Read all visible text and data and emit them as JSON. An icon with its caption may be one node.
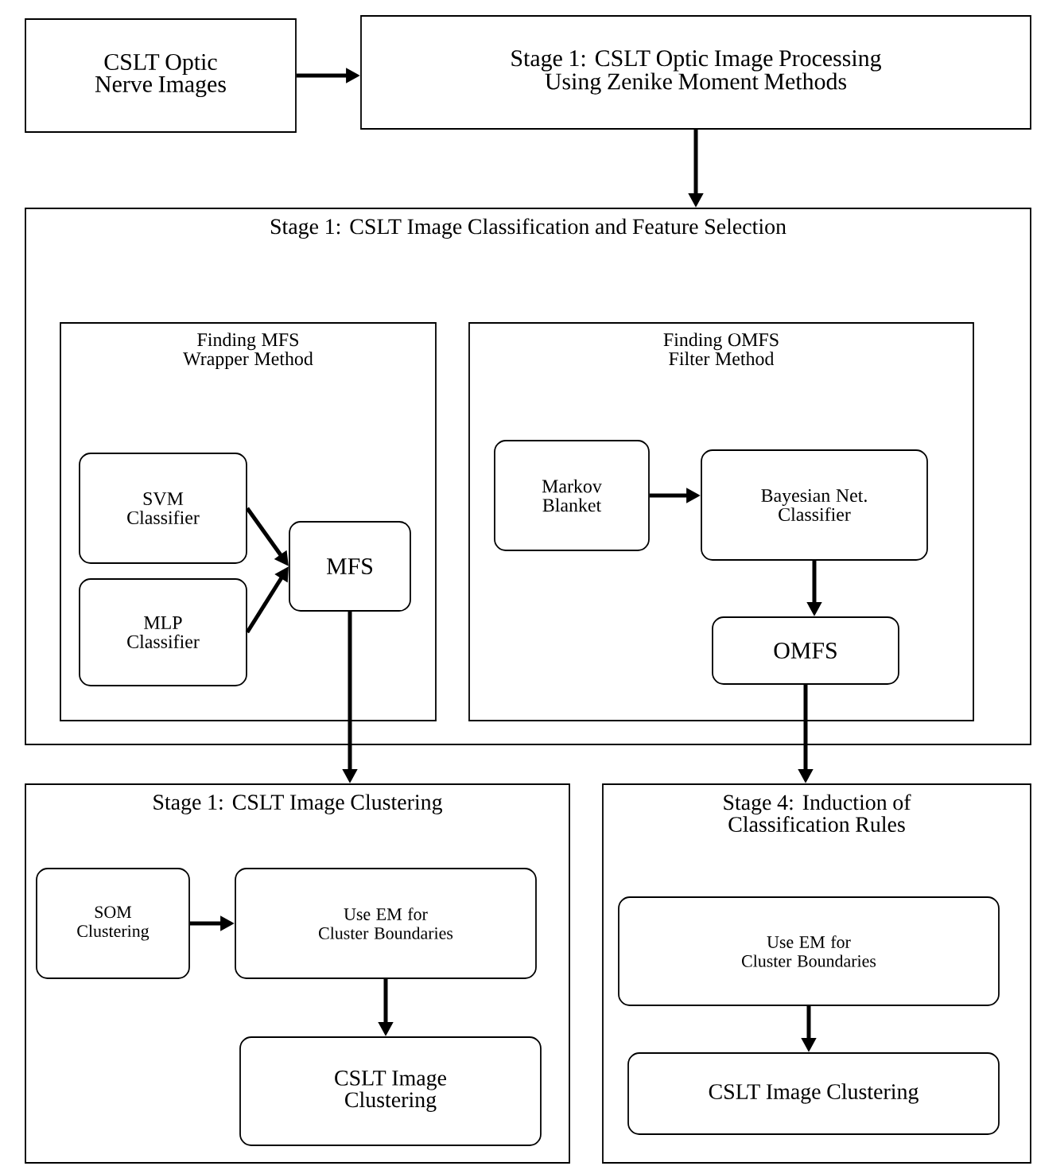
{
  "diagram": {
    "nodes": [
      {
        "text": [
          "CSLT Optic Nerve Images"
        ]
      },
      {
        "text": [
          "Stage 1: CSLT Optic Image Processing Using Zenike Moment Methods"
        ]
      },
      {
        "text": [
          "Stage 1: CSLT Image Classification and Feature Selection"
        ]
      },
      {
        "text": [
          "Finding MFS Wrapper Method"
        ],
        "in": 2
      },
      {
        "text": [
          "SVM Classifier"
        ],
        "in": 3
      },
      {
        "text": [
          "MLP Classifier"
        ],
        "in": 3
      },
      {
        "text": [
          "MFS"
        ],
        "in": 3
      },
      {
        "text": [
          "Finding OMFS Filter Method"
        ],
        "in": 2
      },
      {
        "text": [
          "Markov Blanket"
        ],
        "in": 7
      },
      {
        "text": [
          "Bayesian Net. Classifier"
        ],
        "in": 7
      },
      {
        "text": [
          "OMFS"
        ],
        "in": 7
      },
      {
        "text": [
          "Stage 1: CSLT Image Clustering"
        ]
      },
      {
        "text": [
          "SOM Clustering"
        ],
        "in": 11
      },
      {
        "text": [
          "Use EM for Cluster Boundaries"
        ],
        "in": 11
      },
      {
        "text": [
          "CSLT Image Clustering"
        ],
        "in": 11
      },
      {
        "text": [
          "Stage 4: Induction of Classification Rules"
        ]
      },
      {
        "text": [
          "Use EM for Cluster Boundaries"
        ],
        "in": 15
      },
      {
        "text": [
          "CSLT Image Clustering"
        ],
        "in": 15
      }
    ],
    "edges": [
      {
        "from": 0,
        "to": 1,
        "arrow": "to"
      },
      {
        "from": 1,
        "to": 2,
        "arrow": "to"
      },
      {
        "from": 4,
        "to": 6,
        "arrow": "to"
      },
      {
        "from": 5,
        "to": 6,
        "arrow": "to"
      },
      {
        "from": 8,
        "to": 9,
        "arrow": "to"
      },
      {
        "from": 9,
        "to": 10,
        "arrow": "to"
      },
      {
        "from": 6,
        "to": 11,
        "arrow": "to"
      },
      {
        "from": 10,
        "to": 15,
        "arrow": "to"
      },
      {
        "from": 12,
        "to": 13,
        "arrow": "to"
      },
      {
        "from": 13,
        "to": 14,
        "arrow": "to"
      },
      {
        "from": 16,
        "to": 17,
        "arrow": "to"
      }
    ]
  }
}
